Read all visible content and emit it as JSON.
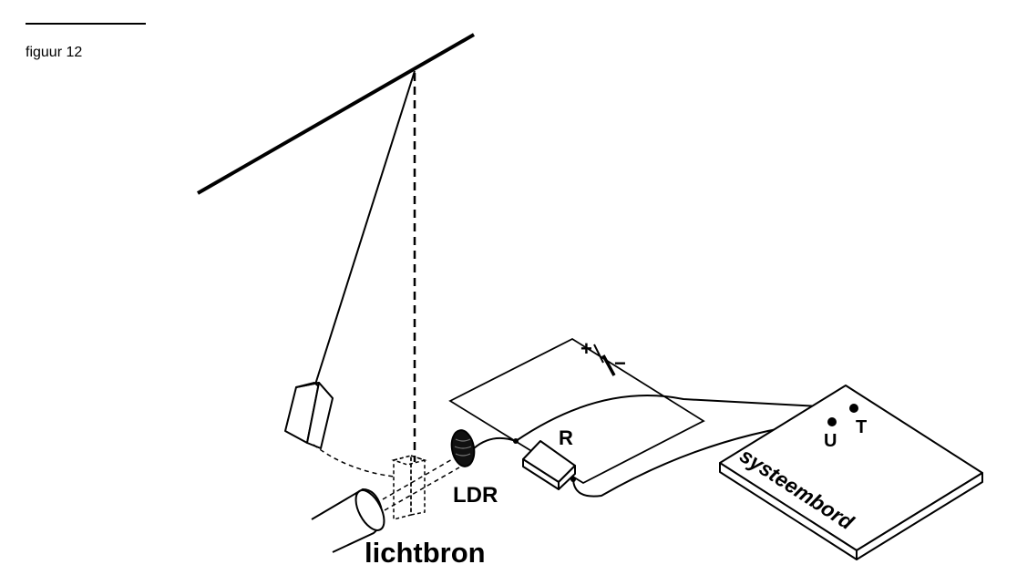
{
  "figure_label": "figuur 12",
  "labels": {
    "ldr": "LDR",
    "resistor": "R",
    "light_source": "lichtbron",
    "system_board": "systeembord",
    "terminal_t": "T",
    "terminal_u": "U",
    "battery_plus": "+",
    "battery_minus": "−"
  }
}
